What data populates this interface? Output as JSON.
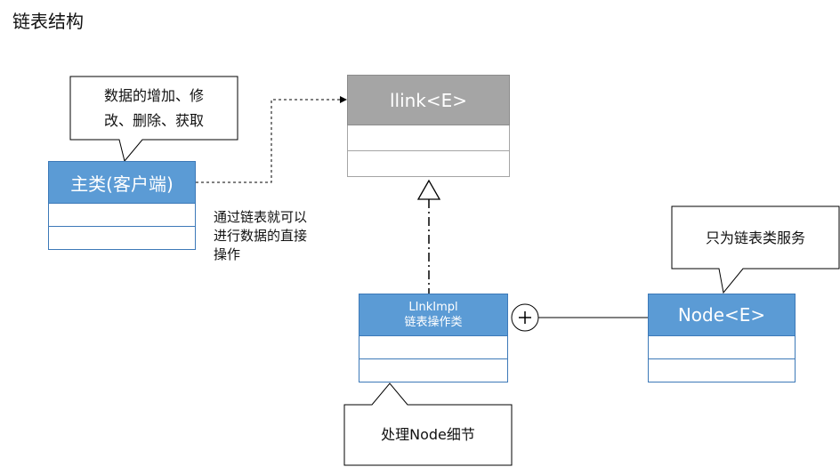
{
  "title": "链表结构",
  "client": {
    "label": "主类(客户端)"
  },
  "interface": {
    "label": "llink<E>"
  },
  "impl": {
    "line1": "LInkImpl",
    "line2": "链表操作类"
  },
  "node": {
    "label": "Node<E>"
  },
  "notes": {
    "client_note_line1": "数据的增加、修",
    "client_note_line2": "改、删除、获取",
    "client_desc_line1": "通过链表就可以",
    "client_desc_line2": "进行数据的直接",
    "client_desc_line3": "操作",
    "node_note": "只为链表类服务",
    "impl_note": "处理Node细节"
  },
  "colors": {
    "class_fill": "#5b9bd5",
    "class_border": "#3d79b8",
    "interface_fill": "#a5a5a5"
  }
}
